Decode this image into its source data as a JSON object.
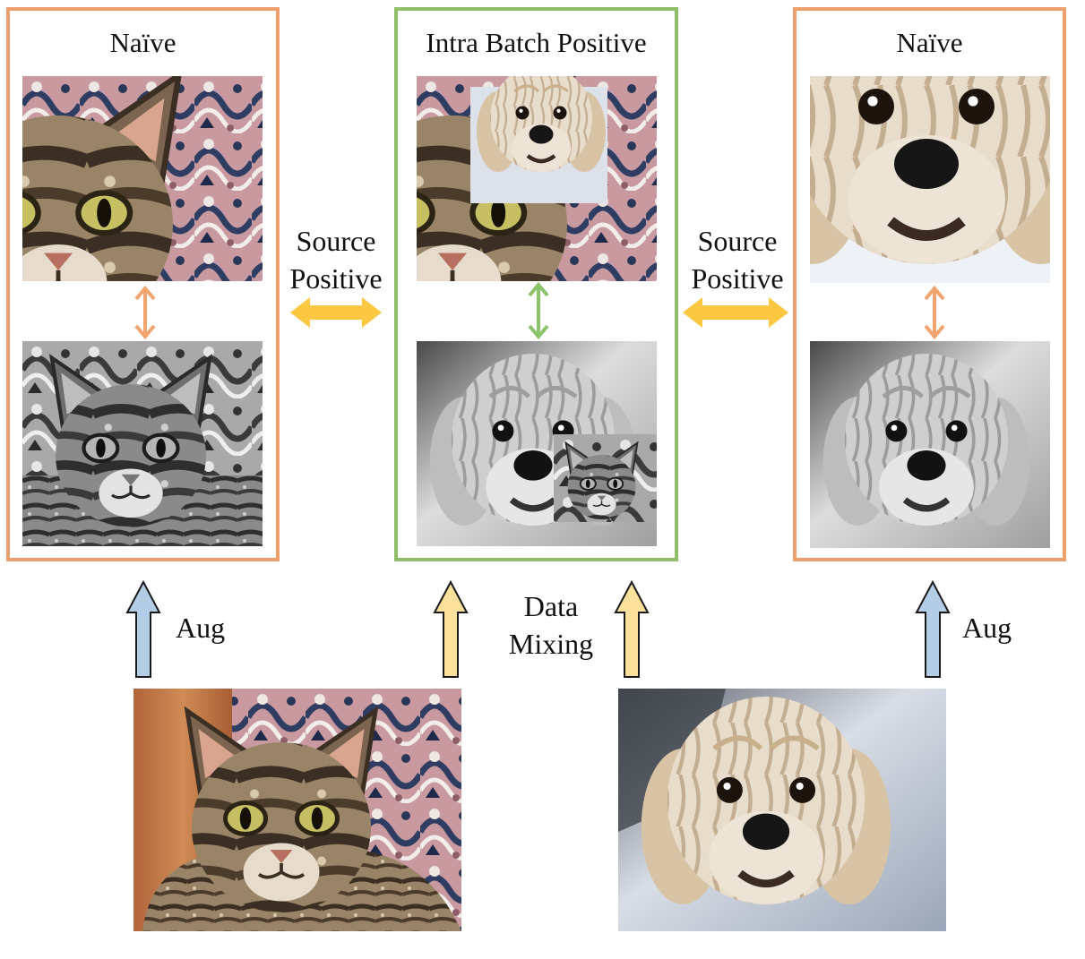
{
  "colors": {
    "naive_border": "#ee9f6e",
    "intra_border": "#8fbf6a",
    "aug_arrow_fill": "#b4cde6",
    "mix_arrow_fill": "#fbe19b",
    "source_arrow_fill": "#fcc842",
    "naive_pair_arrow": "#f2a46f",
    "intra_pair_arrow": "#8cc26a"
  },
  "panels": {
    "left": {
      "title": "Naïve",
      "border": "naive"
    },
    "center": {
      "title": "Intra Batch Positive",
      "border": "intra"
    },
    "right": {
      "title": "Naïve",
      "border": "naive"
    }
  },
  "labels": {
    "source_positive_left": [
      "Source",
      "Positive"
    ],
    "source_positive_right": [
      "Source",
      "Positive"
    ],
    "aug_left": "Aug",
    "aug_right": "Aug",
    "data_mixing": [
      "Data",
      "Mixing"
    ]
  },
  "images": {
    "left_top": "cat-color-crop",
    "left_bottom": "cat-grayscale",
    "center_top": "cat-color-with-dog-patch",
    "center_bottom": "dog-grayscale-with-cat-patch",
    "right_top": "dog-color-crop",
    "right_bottom": "dog-grayscale",
    "source_cat": "cat-source-photo",
    "source_dog": "dog-source-photo"
  }
}
